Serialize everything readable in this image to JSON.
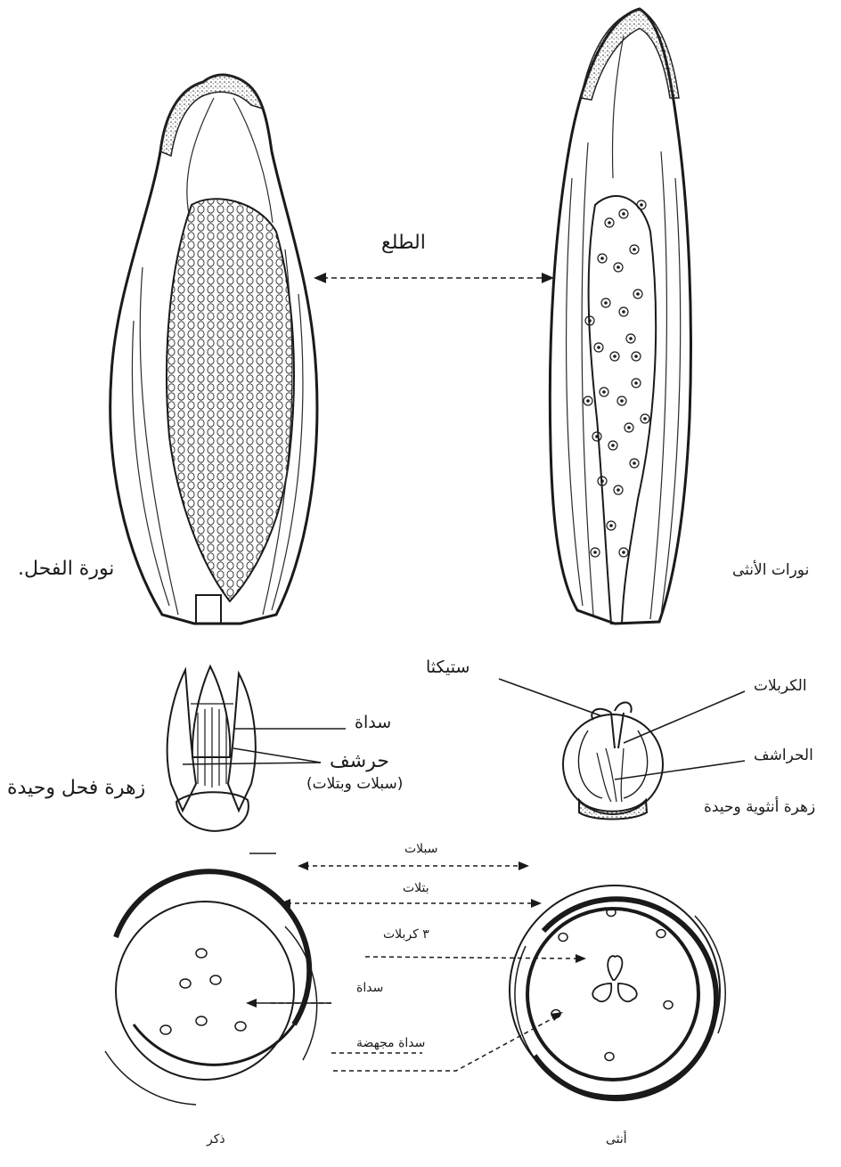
{
  "labels": {
    "spathe": "الطلع",
    "male_inflorescence": "نورة الفحل.",
    "female_inflorescences": "نورات الأنثى",
    "stigma": "ستيكثا",
    "stamen": "سداة",
    "scale": "حرشف",
    "sepals_petals": "(سبلات وبتلات)",
    "single_male_flower": "زهرة فحل وحيدة",
    "carpels": "الكربلات",
    "scales": "الحراشف",
    "single_female_flower": "زهرة أنثوية وحيدة",
    "diag_sepals": "سبلات",
    "diag_petals": "بتلات",
    "diag_three_carpels": "٣ كربلات",
    "diag_stamen": "سداة",
    "diag_aborted_stamen": "سداة مجهضة",
    "male": "ذكر",
    "female": "أنثى"
  }
}
